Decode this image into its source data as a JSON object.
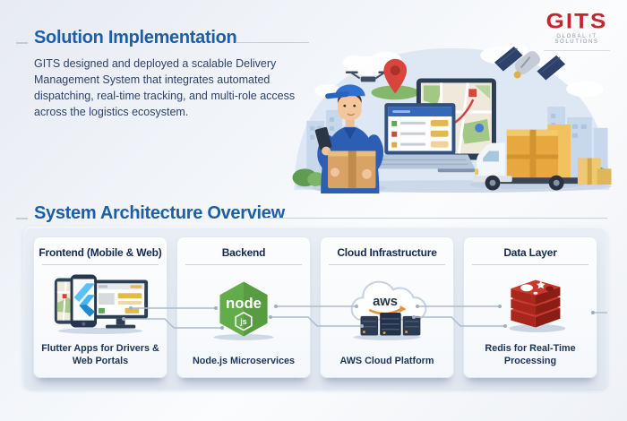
{
  "logo": {
    "text": "GITS",
    "tagline": "GLOBAL IT SOLUTIONS"
  },
  "section1": {
    "title": "Solution Implementation",
    "body": "GITS designed and deployed a scalable Delivery Management System that integrates automated dispatching, real-time tracking, and multi-role access across the logistics ecosystem."
  },
  "section2": {
    "title": "System Architecture Overview"
  },
  "architecture": {
    "cards": [
      {
        "title": "Frontend (Mobile & Web)",
        "caption": "Flutter Apps for Drivers & Web Portals",
        "icon": "flutter-devices-icon"
      },
      {
        "title": "Backend",
        "caption": "Node.js Microservices",
        "icon": "nodejs-icon"
      },
      {
        "title": "Cloud Infrastructure",
        "caption": "AWS Cloud Platform",
        "icon": "aws-cloud-icon"
      },
      {
        "title": "Data Layer",
        "caption": "Redis for Real-Time Processing",
        "icon": "redis-icon"
      }
    ]
  },
  "icon_labels": {
    "node": "node",
    "node_js": "js",
    "aws": "aws"
  },
  "colors": {
    "accent_blue": "#1c5fa6",
    "heading_navy": "#14294e",
    "body_navy": "#2b436b",
    "logo_red": "#c4262d",
    "node_green": "#62ad49",
    "redis_red": "#a8261c",
    "aws_navy": "#27354a",
    "aws_orange": "#e78f34",
    "flutter_blue": "#57bef5",
    "panel_bg": "#e5ebf2",
    "card_bg": "#fbfcfe"
  }
}
